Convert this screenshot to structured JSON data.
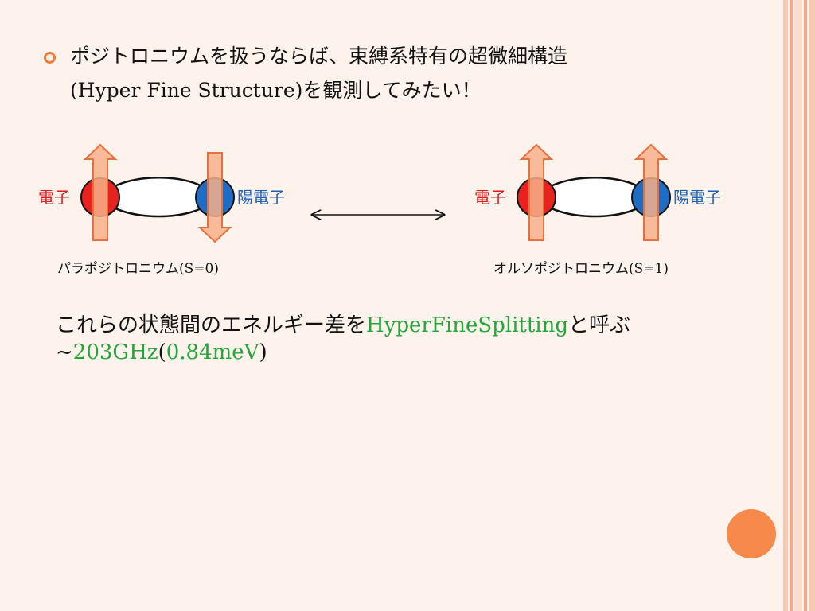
{
  "bullet": {
    "line1": "ポジトロニウムを扱うならば、束縛系特有の超微細構造",
    "line2": "(Hyper Fine Structure)を観測してみたい！"
  },
  "diagram": {
    "left": {
      "electron_label": "電子",
      "positron_label": "陽電子",
      "state_label": "パラポジトロニウム(S=0)"
    },
    "right": {
      "electron_label": "電子",
      "positron_label": "陽電子",
      "state_label": "オルソポジトロニウム(S=1)"
    }
  },
  "text": {
    "line1_prefix": "これらの状態間のエネルギー差を",
    "line1_term": "HyperFineSplitting",
    "line1_suffix": "と呼ぶ",
    "line2_tilde": "~",
    "line2_freq": "203GHz",
    "line2_open": "(",
    "line2_energy": "0.84meV",
    "line2_close": ")"
  },
  "colors": {
    "background": "#fdf2ec",
    "accent": "#f07c3a",
    "electron": "#e8231f",
    "positron": "#1f6cc4",
    "arrow_fill": "#f7b08a",
    "highlight_green": "#22a63a"
  }
}
